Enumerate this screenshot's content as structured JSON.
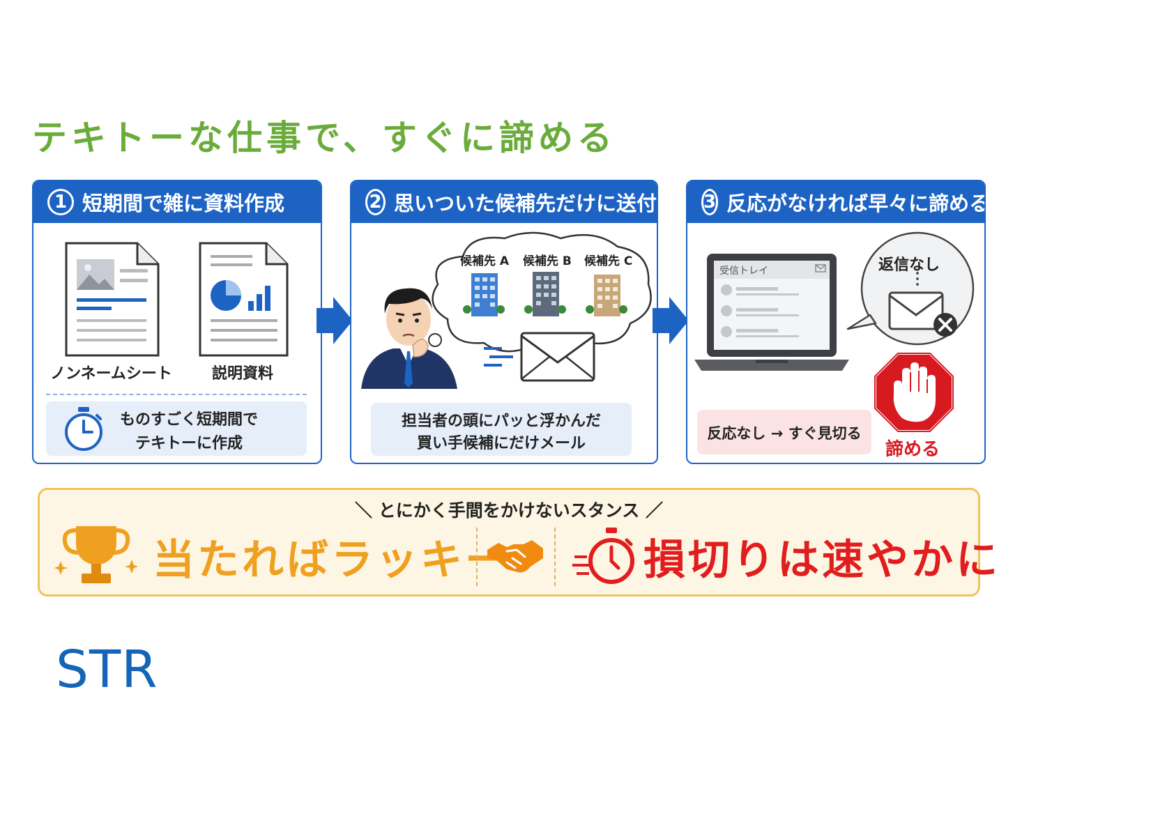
{
  "title": "テキトーな仕事で、すぐに諦める",
  "steps": [
    {
      "num": "1",
      "heading": "短期間で雑に資料作成",
      "doc1_label": "ノンネームシート",
      "doc2_label": "説明資料",
      "note_line1": "ものすごく短期間で",
      "note_line2": "テキトーに作成"
    },
    {
      "num": "2",
      "heading": "思いついた候補先だけに送付",
      "candidate_a": "候補先 A",
      "candidate_b": "候補先 B",
      "candidate_c": "候補先 C",
      "note_line1": "担当者の頭にパッと浮かんだ",
      "note_line2": "買い手候補にだけメール"
    },
    {
      "num": "3",
      "heading": "反応がなければ早々に諦める",
      "inbox_label": "受信トレイ",
      "bubble_text": "返信なし",
      "note_text": "反応なし → すぐ見切る",
      "stop_label": "諦める"
    }
  ],
  "stance": {
    "header": "＼ とにかく手間をかけないスタンス ／",
    "left_text": "当たればラッキー",
    "right_text": "損切りは速やかに"
  },
  "logo": "STR",
  "colors": {
    "title_green": "#6aac3a",
    "panel_blue": "#1d63c4",
    "orange": "#f0a020",
    "red": "#e11d1d",
    "stance_border": "#f2c25a"
  }
}
